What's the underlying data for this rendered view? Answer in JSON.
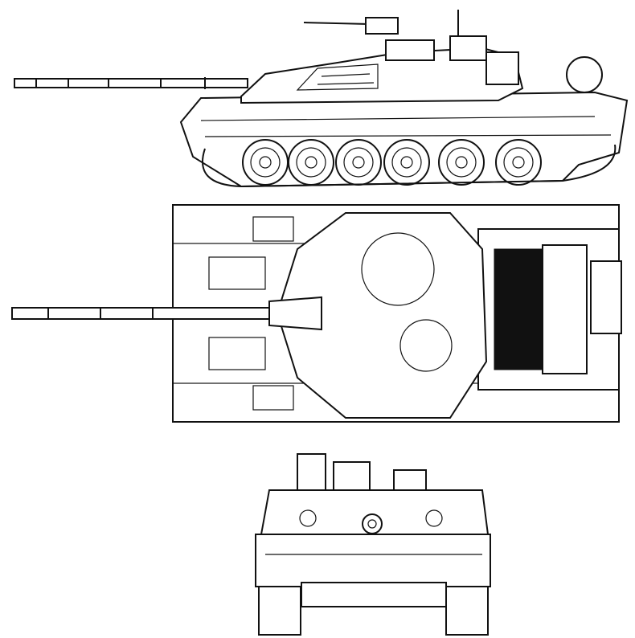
{
  "colors": {
    "line": "#111111",
    "background": "#ffffff"
  },
  "views": [
    {
      "id": "side",
      "road_wheels": 6
    },
    {
      "id": "top"
    },
    {
      "id": "front"
    }
  ]
}
